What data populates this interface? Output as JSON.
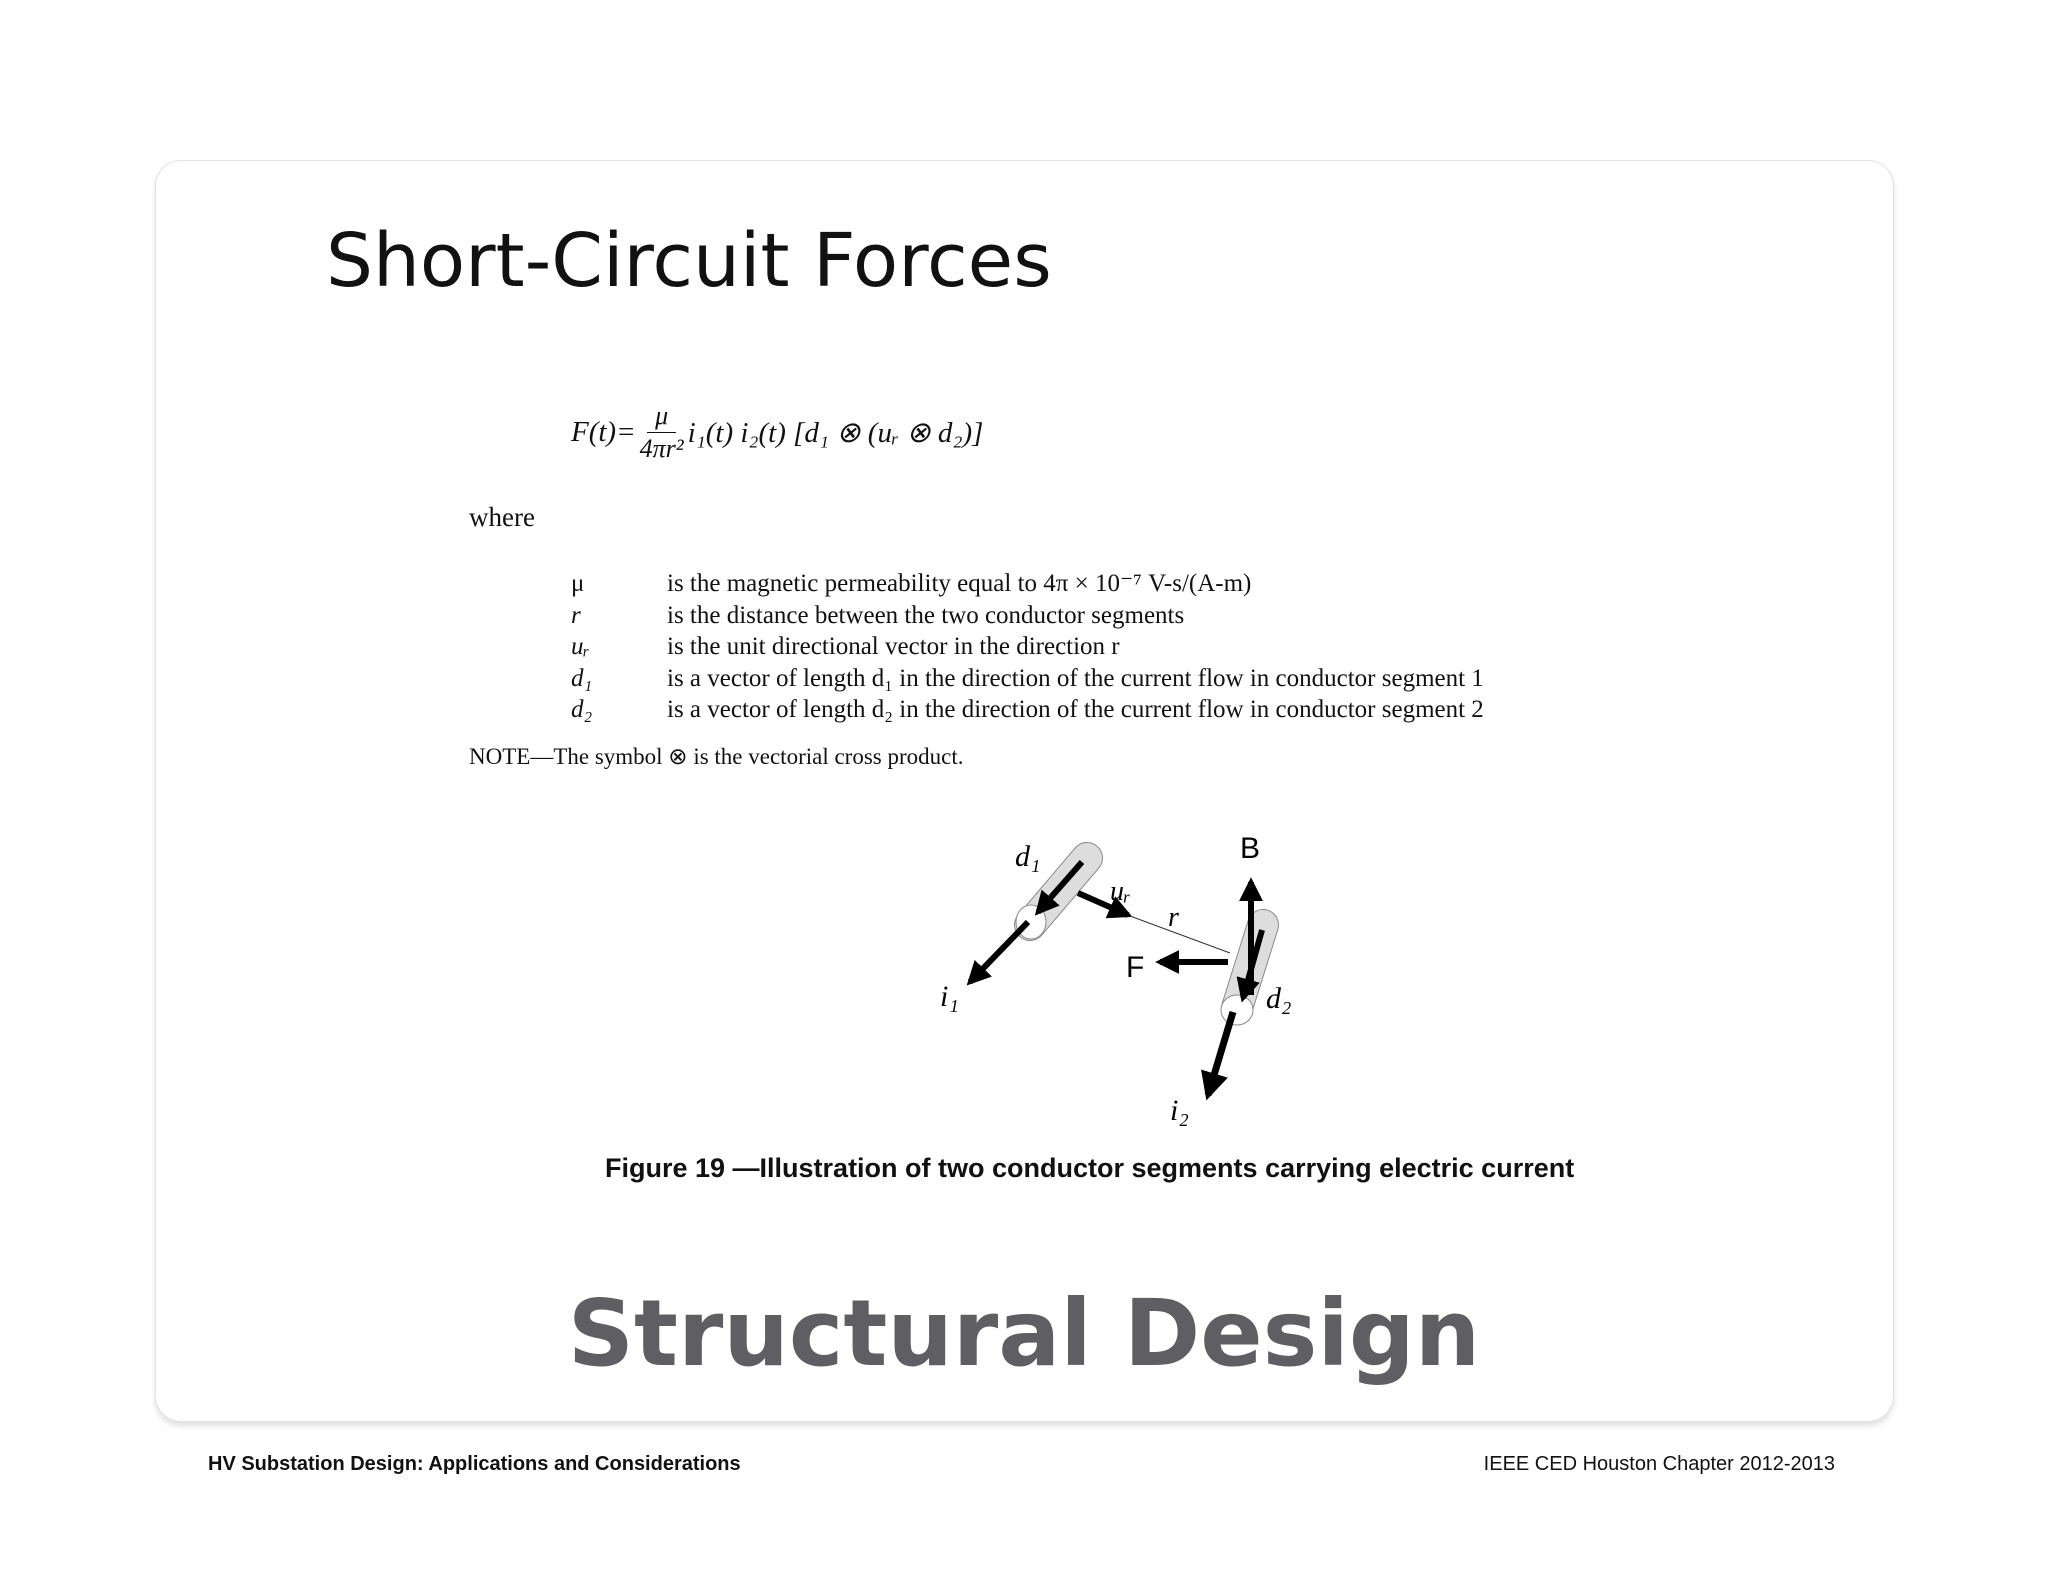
{
  "slide": {
    "title": "Short-Circuit Forces",
    "formula": {
      "lhs": "F(t)=",
      "numerator": "μ",
      "denominator": "4πr²",
      "rhs": "i₁(t) i₂(t) [d₁ ⊗ (uᵣ ⊗ d₂)]"
    },
    "where": "where",
    "definitions": [
      {
        "symbol": "μ",
        "text": "is the magnetic permeability equal to 4π × 10⁻⁷ V-s/(A-m)"
      },
      {
        "symbol": "r",
        "text": "is the distance between the two conductor segments"
      },
      {
        "symbol": "uᵣ",
        "text": "is the unit directional vector in the direction r"
      },
      {
        "symbol": "d₁",
        "text": "is a vector of length d₁ in the direction of the current flow in conductor segment 1"
      },
      {
        "symbol": "d₂",
        "text": "is a vector of length d₂ in the direction of the current flow in conductor segment 2"
      }
    ],
    "note": "NOTE—The symbol ⊗ is the vectorial cross product.",
    "figure": {
      "labels": {
        "d1": "d₁",
        "ur": "uᵣ",
        "r": "r",
        "B": "B",
        "F": "F",
        "d2": "d₂",
        "i1": "i₁",
        "i2": "i₂"
      },
      "caption": "Figure 19 —Illustration of two conductor segments carrying electric current"
    },
    "section": "Structural Design"
  },
  "footer": {
    "left": "HV Substation Design:  Applications and Considerations",
    "right": "IEEE CED Houston Chapter 2012-2013"
  }
}
